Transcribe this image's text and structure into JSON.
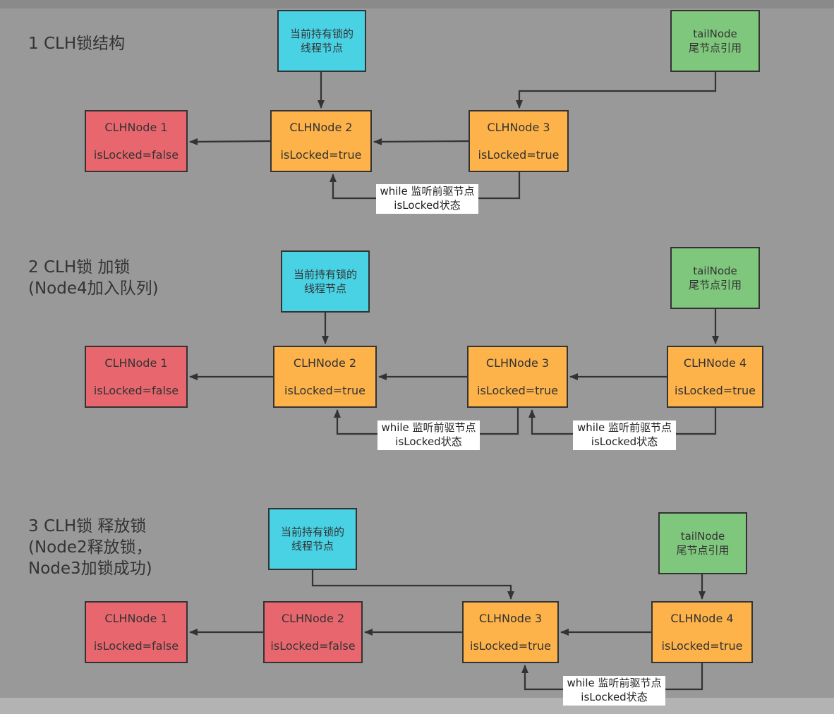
{
  "labels": {
    "holder": [
      "当前持有锁的",
      "线程节点"
    ],
    "tail": [
      "tailNode",
      "尾节点引用"
    ],
    "watch": [
      "while 监听前驱节点",
      "isLocked状态"
    ]
  },
  "colors": {
    "red": "#e8676e",
    "orange": "#fdb24a",
    "cyan": "#49d1e4",
    "green": "#80c77e"
  },
  "sections": [
    {
      "title": [
        "1 CLH锁结构"
      ],
      "nodes": [
        {
          "name": "CLHNode 1",
          "state": "isLocked=false",
          "color": "red"
        },
        {
          "name": "CLHNode 2",
          "state": "isLocked=true",
          "color": "orange"
        },
        {
          "name": "CLHNode 3",
          "state": "isLocked=true",
          "color": "orange"
        }
      ]
    },
    {
      "title": [
        "2 CLH锁 加锁",
        "(Node4加入队列)"
      ],
      "nodes": [
        {
          "name": "CLHNode 1",
          "state": "isLocked=false",
          "color": "red"
        },
        {
          "name": "CLHNode 2",
          "state": "isLocked=true",
          "color": "orange"
        },
        {
          "name": "CLHNode 3",
          "state": "isLocked=true",
          "color": "orange"
        },
        {
          "name": "CLHNode 4",
          "state": "isLocked=true",
          "color": "orange"
        }
      ]
    },
    {
      "title": [
        "3 CLH锁 释放锁",
        "(Node2释放锁，",
        "Node3加锁成功)"
      ],
      "nodes": [
        {
          "name": "CLHNode 1",
          "state": "isLocked=false",
          "color": "red"
        },
        {
          "name": "CLHNode 2",
          "state": "isLocked=false",
          "color": "red"
        },
        {
          "name": "CLHNode 3",
          "state": "isLocked=true",
          "color": "orange"
        },
        {
          "name": "CLHNode 4",
          "state": "isLocked=true",
          "color": "orange"
        }
      ]
    }
  ]
}
